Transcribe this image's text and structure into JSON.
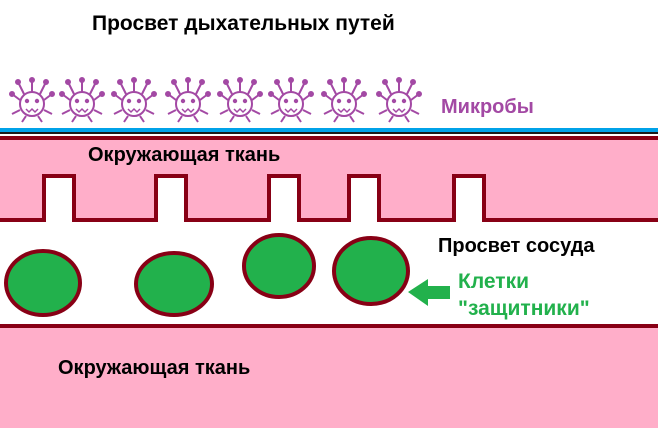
{
  "labels": {
    "airway_lumen": "Просвет  дыхательных  путей",
    "microbes": "Микробы",
    "tissue_top": "Окружающая ткань",
    "vessel_lumen": "Просвет сосуда",
    "defender_cells_line1": "Клетки",
    "defender_cells_line2": "\"защитники\"",
    "tissue_bottom": "Окружающая ткань"
  },
  "colors": {
    "tissue_fill": "#ffaec9",
    "tissue_border": "#880015",
    "cell_fill": "#22b14c",
    "cell_border": "#880015",
    "microbe_color": "#a349a4",
    "microbes_label": "#a349a4",
    "cells_label": "#22b14c",
    "arrow": "#22b14c",
    "epithelium_blue": "#00a2e8"
  },
  "icons": {
    "microbe": "microbe-icon",
    "arrow": "arrow-left-icon"
  },
  "counts": {
    "microbes": 8,
    "defender_cells": 4,
    "gaps": 5
  }
}
